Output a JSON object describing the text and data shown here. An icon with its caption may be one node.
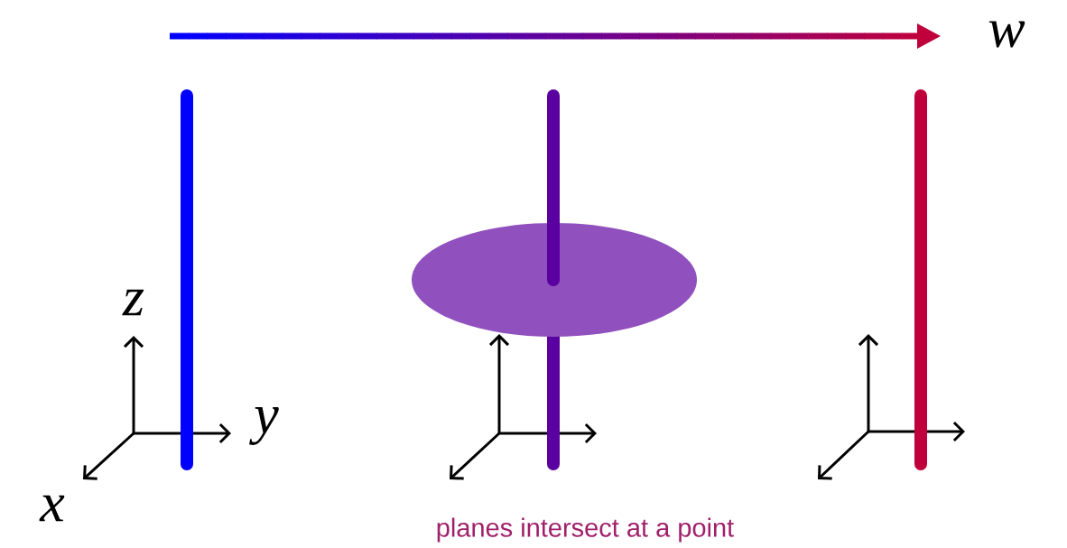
{
  "diagram": {
    "labels": [
      "w",
      "z",
      "y",
      "x",
      "planes intersect at a point"
    ]
  }
}
